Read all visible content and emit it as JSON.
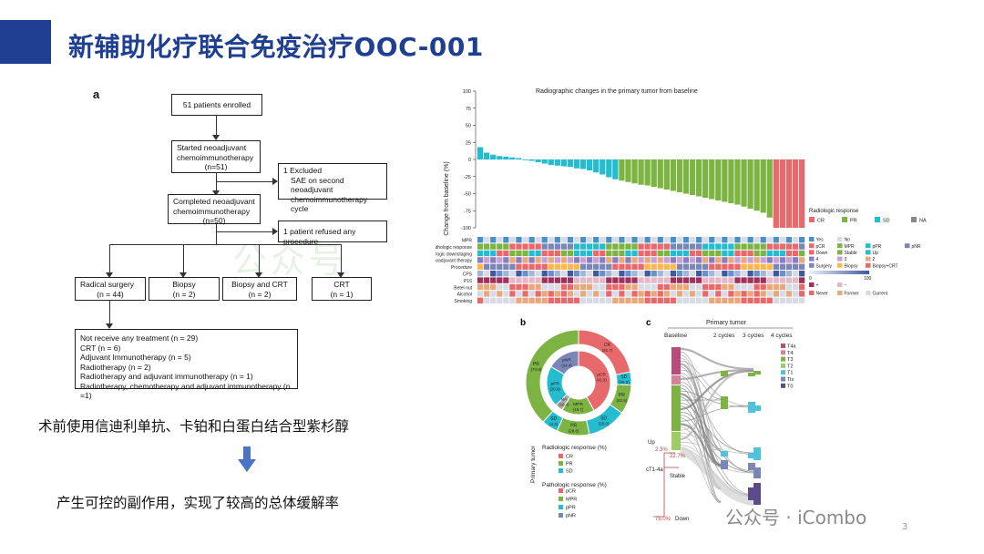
{
  "slide": {
    "title": "新辅助化疗联合免疫治疗OOC-001",
    "summary_line1": "术前使用信迪利单抗、卡铂和白蛋白结合型紫杉醇",
    "summary_line2": "产生可控的副作用，实现了较高的总体缓解率",
    "page_number": "3",
    "watermark": "公众号 · iCombo",
    "bg_watermark": "公众号",
    "accent_color": "#1f3f93",
    "arrow_color": "#4a74c4"
  },
  "flowchart": {
    "panel_label": "a",
    "enrolled": "51 patients enrolled",
    "started_1": "Started neoadjuvant",
    "started_2": "chemoimmunotherapy",
    "started_3": "(n=51)",
    "excluded_1": "1 Excluded",
    "excluded_2": "SAE on second neoadjuvant",
    "excluded_3": "chemoimmunotherapy cycle",
    "completed_1": "Completed neoadjuvant",
    "completed_2": "chemoimmunotherapy",
    "completed_3": "(n=50)",
    "refused": "1 patient refused any procedure",
    "radical_1": "Radical surgery",
    "radical_2": "(n = 44)",
    "biopsy_1": "Biopsy",
    "biopsy_2": "(n = 2)",
    "biopsy_crt_1": "Biopsy and CRT",
    "biopsy_crt_2": "(n = 2)",
    "crt_1": "CRT",
    "crt_2": "(n = 1)",
    "post_treatment": [
      "Not receive any treatment (n = 29)",
      "CRT (n = 6)",
      "Adjuvant Immunotherapy (n = 5)",
      "Radiotherapy (n = 2)",
      "Radiotherapy and adjuvant immunotherapy (n = 1)",
      "Radiotherapy, chemotherapy and adjuvant immunotherapy (n =1)"
    ]
  },
  "waterfall": {
    "title": "Radiographic changes in the primary tumor from baseline",
    "ylabel": "Change from baseline (%)",
    "legend_title": "Radiologic response",
    "legend": [
      "CR",
      "PR",
      "SD",
      "NA"
    ],
    "colors": {
      "CR": "#e8696b",
      "PR": "#7cb342",
      "SD": "#26bcd0",
      "NA": "#888888"
    },
    "row_labels": [
      "MPR",
      "Pathologic response",
      "Pathologic downstaging",
      "Cycles of neoadjuvant therapy",
      "Procedure",
      "CPS",
      "P16",
      "Betel nut",
      "Alcohol",
      "Smoking"
    ],
    "track_legend": {
      "mpr": [
        "Yes",
        "No"
      ],
      "path": [
        "pCR",
        "MPR",
        "pPR",
        "pNR"
      ],
      "downstaging": [
        "Down",
        "Stable",
        "Up"
      ],
      "cycles": [
        "4",
        "3",
        "2"
      ],
      "procedure": [
        "Surgery",
        "Biopsy",
        "Biopsy+CRT"
      ],
      "cps_range": [
        "0",
        "100"
      ],
      "p16": [
        "+",
        "−"
      ],
      "habits": [
        "Never",
        "Former",
        "Current"
      ]
    }
  },
  "chart_data": {
    "type": "bar",
    "title": "Radiographic changes in the primary tumor from baseline",
    "xlabel": "",
    "ylabel": "Change from baseline (%)",
    "ylim": [
      -100,
      100
    ],
    "yticks": [
      100,
      75,
      50,
      25,
      0,
      -25,
      -50,
      -75,
      -100
    ],
    "series": [
      {
        "name": "SD",
        "values": [
          18,
          10,
          7,
          5,
          4,
          3,
          2,
          0,
          -2,
          -4,
          -6,
          -8,
          -9,
          -10,
          -11,
          -13,
          -14,
          -16,
          -19,
          -22,
          -26,
          -29
        ]
      },
      {
        "name": "PR",
        "values": [
          -31,
          -33,
          -35,
          -37,
          -38,
          -40,
          -42,
          -44,
          -46,
          -48,
          -50,
          -52,
          -54,
          -56,
          -58,
          -60,
          -62,
          -64,
          -66,
          -69,
          -72,
          -75,
          -78,
          -85
        ]
      },
      {
        "name": "CR",
        "values": [
          -100,
          -100,
          -100,
          -100,
          -100
        ]
      }
    ]
  },
  "donut": {
    "panel_label": "b",
    "outer": [
      {
        "label": "CR",
        "value": "(21.7)",
        "pct": 21.7,
        "color": "#e8696b"
      },
      {
        "label": "SD",
        "value": "(35.0)",
        "pct": 4.0,
        "color": "#26bcd0"
      },
      {
        "label": "PR",
        "value": "(62.5)",
        "pct": 9.0,
        "color": "#7cb342"
      },
      {
        "label": "SD",
        "value": "(20.0)",
        "pct": 12.0,
        "color": "#26bcd0"
      },
      {
        "label": "PR",
        "value": "(28.6)",
        "pct": 10.0,
        "color": "#7cb342"
      },
      {
        "label": "SD",
        "value": "(4.3)",
        "pct": 5.0,
        "color": "#26bcd0"
      },
      {
        "label": "PR",
        "value": "(73.9)",
        "pct": 38.3,
        "color": "#7cb342"
      }
    ],
    "inner": [
      {
        "label": "pCR",
        "value": "(41.9)",
        "pct": 41.9,
        "color": "#e8696b"
      },
      {
        "label": "MPR",
        "value": "(16.7)",
        "pct": 16.7,
        "color": "#7cb342"
      },
      {
        "label": "NA",
        "value": "(16.4)",
        "pct": 4.0,
        "color": "#aaaaaa"
      },
      {
        "label": "pPR",
        "value": "(20.8)",
        "pct": 20.8,
        "color": "#26bcd0"
      },
      {
        "label": "pNR",
        "value": "(14.4)",
        "pct": 16.6,
        "color": "#7a86b8"
      }
    ],
    "side_label": "Primary tumor",
    "legend1_title": "Radiologic response (%)",
    "legend1": [
      {
        "label": "CR",
        "color": "#e8696b"
      },
      {
        "label": "PR",
        "color": "#7cb342"
      },
      {
        "label": "SD",
        "color": "#26bcd0"
      }
    ],
    "legend2_title": "Pathologic response (%)",
    "legend2": [
      {
        "label": "pCR",
        "color": "#e8696b"
      },
      {
        "label": "MPR",
        "color": "#7cb342"
      },
      {
        "label": "pPR",
        "color": "#26bcd0"
      },
      {
        "label": "pNR",
        "color": "#7a86b8"
      }
    ]
  },
  "sankey": {
    "panel_label": "c",
    "title": "Primary tumor",
    "col_baseline": "Baseline",
    "col_2": "2 cycles",
    "col_3": "3 cycles",
    "col_4": "4 cycles",
    "stages": [
      {
        "label": "T4a",
        "color": "#b94a7a"
      },
      {
        "label": "T4",
        "color": "#d4849a"
      },
      {
        "label": "T3",
        "color": "#7cb342"
      },
      {
        "label": "T2",
        "color": "#9ccc65"
      },
      {
        "label": "T1",
        "color": "#4fc3d9"
      },
      {
        "label": "Tis",
        "color": "#7a86b8"
      },
      {
        "label": "T0",
        "color": "#5c4b8a"
      }
    ],
    "inset_label": "cT1-4a",
    "inset_up": "Up",
    "inset_up_pct": "2.3%",
    "inset_stable_pct": "22.7%",
    "inset_stable": "Stable",
    "inset_down_pct": "75.0%",
    "inset_down": "Down"
  }
}
